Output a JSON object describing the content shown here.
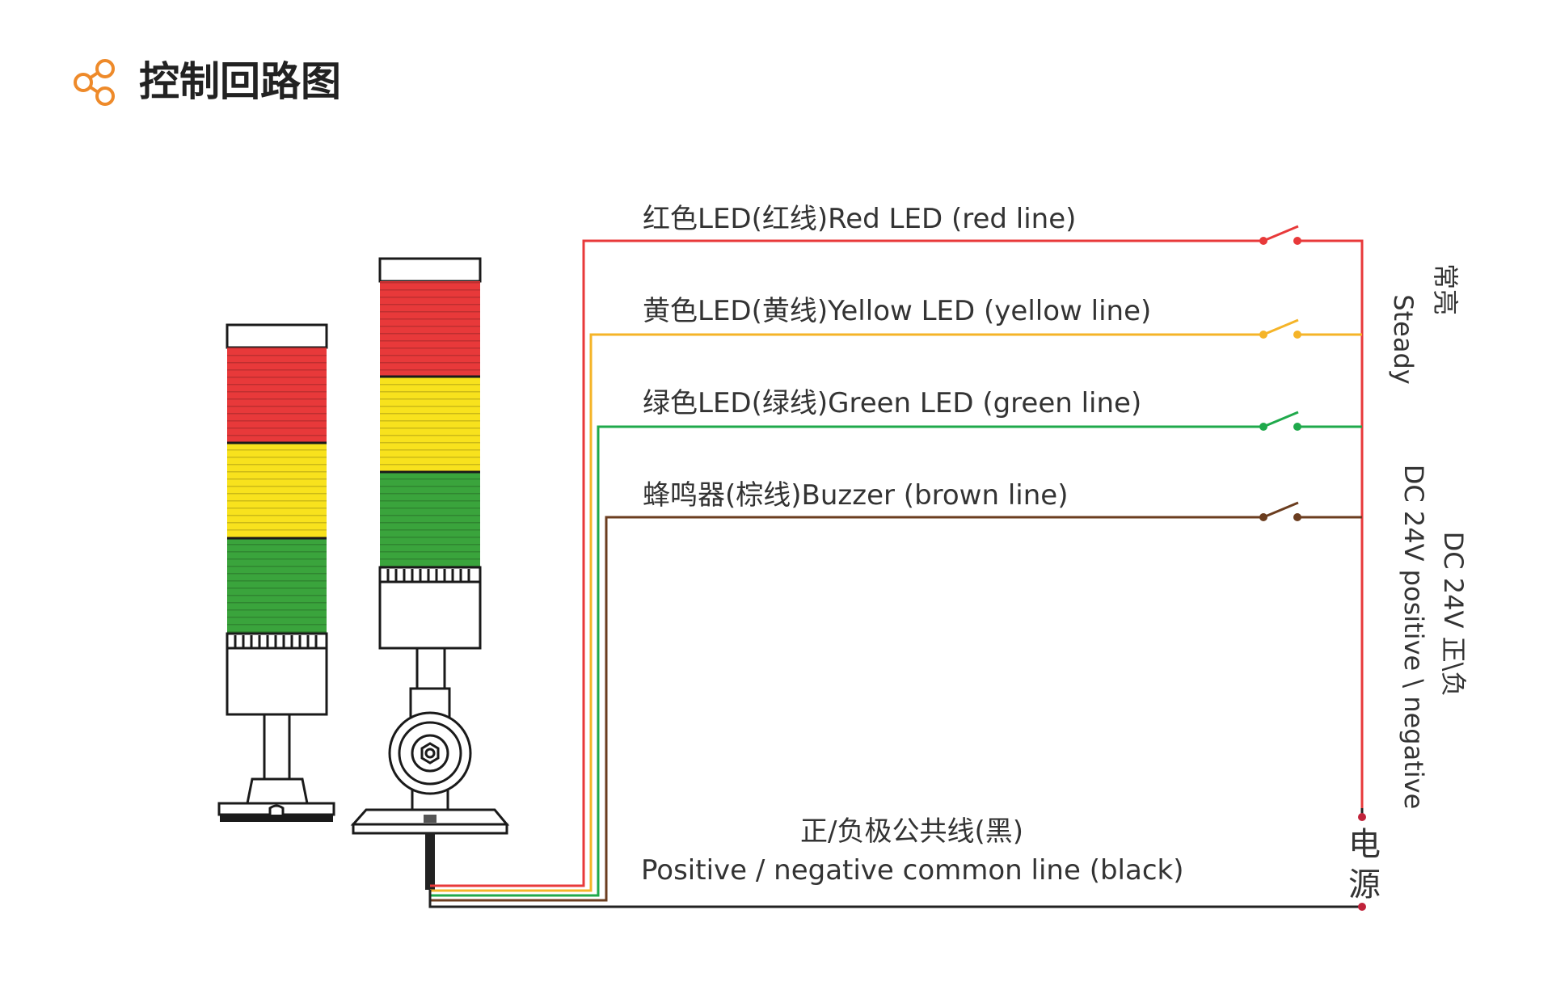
{
  "title": "控制回路图",
  "icon": "share-icon",
  "colors": {
    "red": "#e8393a",
    "yellow": "#f5b428",
    "green": "#1fa94b",
    "brown": "#6b3d1f",
    "black": "#222222",
    "accent": "#ee8a2a"
  },
  "lines": {
    "red": "红色LED(红线)Red LED (red line)",
    "yellow": "黄色LED(黄线)Yellow LED (yellow line)",
    "green": "绿色LED(绿线)Green LED (green line)",
    "brown": "蜂鸣器(棕线)Buzzer (brown line)"
  },
  "common_line": {
    "cn": "正/负极公共线(黑)",
    "en": "Positive / negative common line (black)"
  },
  "mode": {
    "cn": "常亮",
    "en": "Steady"
  },
  "power": {
    "cn": "DC 24V 正\\负",
    "en": "DC 24V positive \\ negative",
    "source_1": "电",
    "source_2": "源"
  }
}
